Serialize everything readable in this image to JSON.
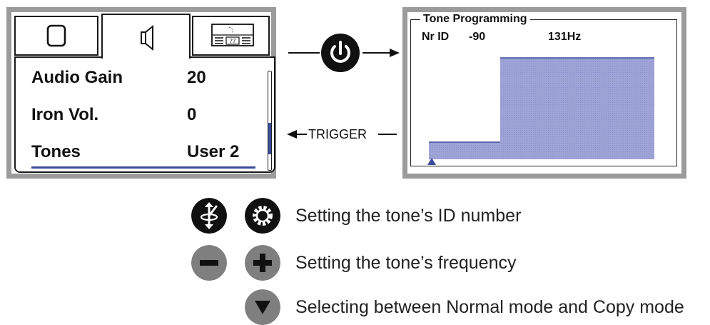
{
  "left_screen": {
    "tabs": [
      {
        "icon": "chip-square-icon"
      },
      {
        "icon": "speaker-icon"
      },
      {
        "icon": "device-display-icon",
        "badge": "77"
      }
    ],
    "menu": [
      {
        "label": "Audio Gain",
        "value": "20"
      },
      {
        "label": "Iron Vol.",
        "value": "0"
      },
      {
        "label": "Tones",
        "value": "User 2",
        "selected": true
      }
    ]
  },
  "transitions": {
    "forward_icon": "power-icon",
    "back_label": "TRIGGER"
  },
  "right_screen": {
    "title": "Tone Programming",
    "nr_id_label": "Nr ID",
    "id_value": "-90",
    "frequency": "131Hz"
  },
  "legend": [
    {
      "icons": [
        "joystick-icon",
        "gear-icon"
      ],
      "text": "Setting the tone’s ID number"
    },
    {
      "icons": [
        "minus-icon",
        "plus-icon"
      ],
      "text": "Setting the tone’s frequency"
    },
    {
      "icons": [
        "triangle-down-icon"
      ],
      "text": "Selecting between Normal mode and Copy mode"
    }
  ],
  "colors": {
    "panel_border": "#9b9b9b",
    "accent": "#3a4a9c",
    "graph_fill": "#9ea3d6",
    "icon_dark": "#111111",
    "icon_gray": "#7f7f7f"
  }
}
